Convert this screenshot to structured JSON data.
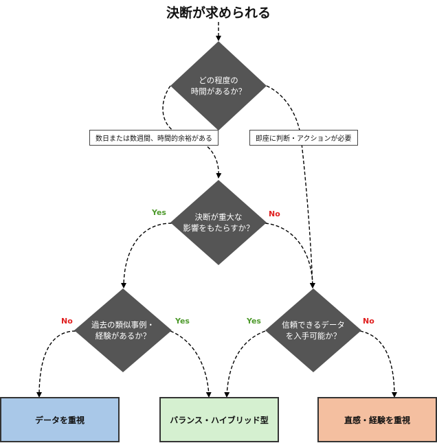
{
  "title": "決断が求められる",
  "decisions": {
    "time": "どの程度の\n時間があるか？",
    "importance": "決断が重大な\n影響をもたらすか？",
    "precedent": "過去の類似事例・\n経験があるか？",
    "info": "信頼できるデータ\nを入手可能か？"
  },
  "notes": {
    "days": "数日または数週間、時間的余裕がある",
    "immediate": "即座に判断・アクションが必要"
  },
  "labels": {
    "importance_yes": "Yes",
    "importance_no": "No",
    "precedent_no": "No",
    "precedent_yes": "Yes",
    "info_yes": "Yes",
    "info_no": "No"
  },
  "outcomes": {
    "data": "データを重視",
    "balanced": "バランス・ハイブリッド型",
    "intuition": "直感・経験を重視"
  },
  "colors": {
    "diamond": "#555555",
    "data": "#a9c8e8",
    "balanced": "#d5f0d0",
    "intuition": "#f4bfa0",
    "yes": "#4e9a2c",
    "no": "#e02020"
  }
}
